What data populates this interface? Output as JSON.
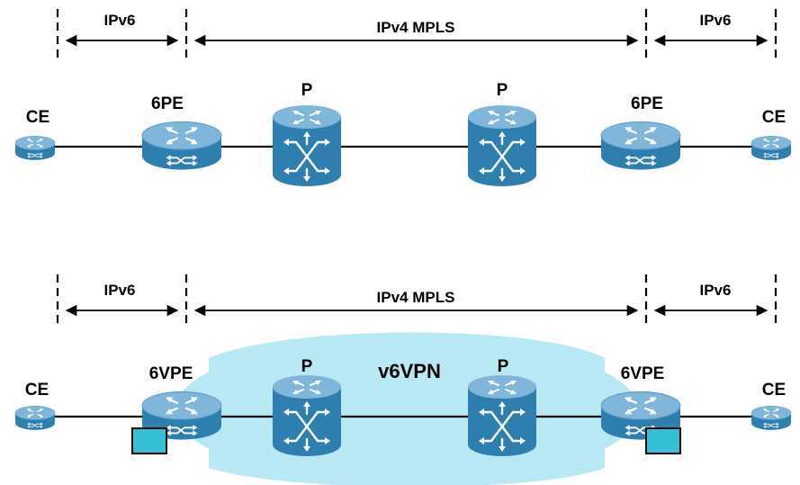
{
  "colors": {
    "router_top": "#7FB6DA",
    "router_side": "#2E7FB0",
    "router_dark": "#1F5F8C",
    "vpn_cloud": "#B8E8F4",
    "vrf_box": "#33C0D6"
  },
  "icons": [
    "router-icon",
    "switch-icon",
    "dashed-boundary",
    "double-arrow"
  ],
  "top": {
    "segments": [
      "IPv6",
      "IPv4 MPLS",
      "IPv6"
    ],
    "nodes": [
      "CE",
      "6PE",
      "P",
      "P",
      "6PE",
      "CE"
    ]
  },
  "bottom": {
    "segments": [
      "IPv6",
      "IPv4 MPLS",
      "IPv6"
    ],
    "nodes": [
      "CE",
      "6VPE",
      "P",
      "P",
      "6VPE",
      "CE"
    ],
    "vpn_label": "v6VPN"
  }
}
